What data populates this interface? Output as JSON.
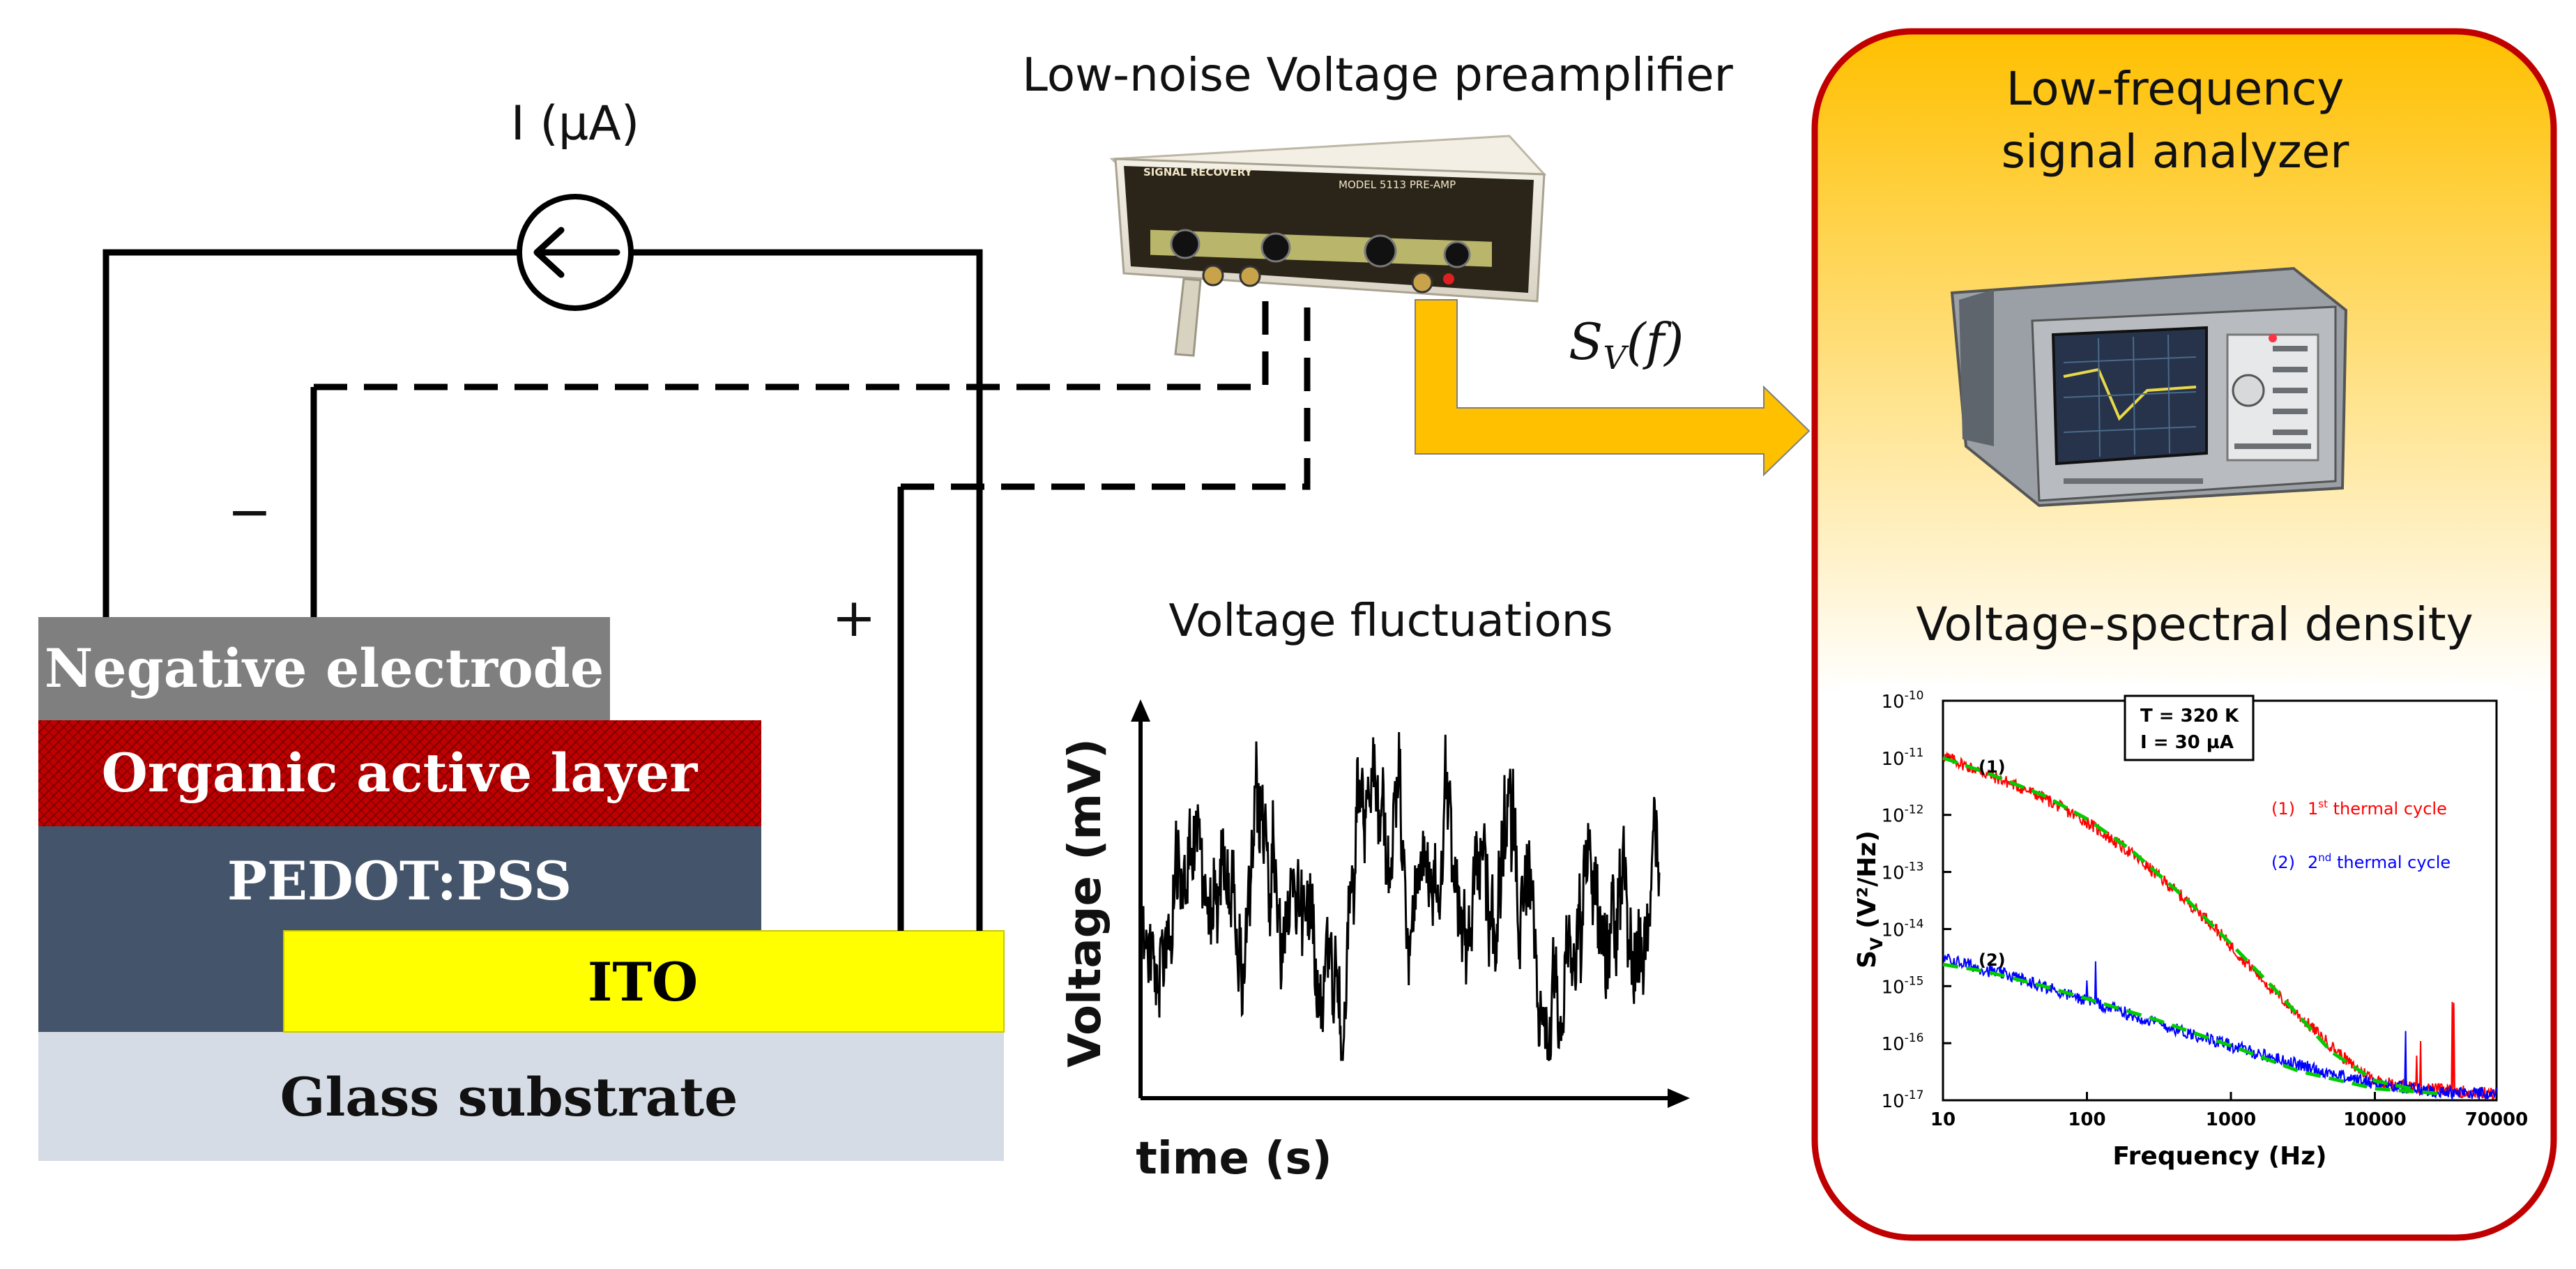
{
  "circuit": {
    "current_source_label": "I (µA)",
    "minus_sign": "−",
    "plus_sign": "+"
  },
  "device_stack": {
    "layers": [
      {
        "name": "Negative electrode",
        "color": "#7f7f7f"
      },
      {
        "name": "Organic active layer",
        "color": "#c00000"
      },
      {
        "name": "PEDOT:PSS",
        "color": "#44546a"
      },
      {
        "name": "ITO",
        "color": "#ffff00"
      },
      {
        "name": "Glass substrate",
        "color": "#d6dce5"
      }
    ]
  },
  "preamplifier": {
    "title": "Low-noise Voltage preamplifier",
    "brand": "SIGNAL RECOVERY",
    "model": "MODEL 5113  PRE-AMP"
  },
  "signal": {
    "label_main": "S",
    "label_sub": "V",
    "label_arg": "(f)",
    "arrow_color": "#ffc000"
  },
  "fluctuations": {
    "title": "Voltage fluctuations",
    "ylabel": "Voltage (mV)",
    "xlabel": "time (s)"
  },
  "analyzer_panel": {
    "title_line1": "Low-frequency",
    "title_line2": "signal analyzer",
    "spectral_title": "Voltage-spectral density",
    "border_color": "#c00000",
    "gradient_top": "#ffc000"
  },
  "chart_data": {
    "type": "line",
    "title": "",
    "xlabel": "Frequency (Hz)",
    "ylabel": "S_V (V²/Hz)",
    "ylabel_main": "S",
    "ylabel_sub": "V",
    "ylabel_rest": " (V²/Hz)",
    "x_scale": "log",
    "y_scale": "log",
    "xlim": [
      10,
      70000
    ],
    "ylim": [
      1e-17,
      1e-10
    ],
    "x_ticks": [
      {
        "value": 10,
        "label": "10"
      },
      {
        "value": 100,
        "label": "100"
      },
      {
        "value": 1000,
        "label": "1000"
      },
      {
        "value": 10000,
        "label": "10000"
      },
      {
        "value": 70000,
        "label": "70000"
      }
    ],
    "y_ticks": [
      {
        "value": 1e-10,
        "base": "10",
        "exp": "-10"
      },
      {
        "value": 1e-11,
        "base": "10",
        "exp": "-11"
      },
      {
        "value": 1e-12,
        "base": "10",
        "exp": "-12"
      },
      {
        "value": 1e-13,
        "base": "10",
        "exp": "-13"
      },
      {
        "value": 1e-14,
        "base": "10",
        "exp": "-14"
      },
      {
        "value": 1e-15,
        "base": "10",
        "exp": "-15"
      },
      {
        "value": 1e-16,
        "base": "10",
        "exp": "-16"
      },
      {
        "value": 1e-17,
        "base": "10",
        "exp": "-17"
      }
    ],
    "conditions": [
      "T = 320 K",
      "I = 30 µA"
    ],
    "legend": [
      {
        "tag": "(1)",
        "pre": "1",
        "sup": "st",
        "text": " thermal cycle",
        "color": "#ff0000"
      },
      {
        "tag": "(2)",
        "pre": "2",
        "sup": "nd",
        "text": " thermal cycle",
        "color": "#0000ff"
      }
    ],
    "curve_labels": [
      "(1)",
      "(2)"
    ],
    "series": [
      {
        "color": "#ff0000",
        "x": [
          10,
          15,
          20,
          30,
          50,
          100,
          200,
          400,
          700,
          1000,
          2000,
          4000,
          7000,
          10000,
          15000,
          30000,
          70000
        ],
        "y": [
          1.1e-11,
          7e-12,
          5.2e-12,
          3.5e-12,
          2e-12,
          7.5e-13,
          2.2e-13,
          5e-14,
          1.4e-14,
          5e-15,
          8e-16,
          1.5e-16,
          4e-17,
          2.3e-17,
          1.8e-17,
          1.5e-17,
          1.3e-17
        ]
      },
      {
        "color": "#0000ff",
        "x": [
          10,
          15,
          20,
          30,
          50,
          100,
          200,
          400,
          700,
          1000,
          2000,
          4000,
          7000,
          10000,
          15000,
          30000,
          70000
        ],
        "y": [
          3e-15,
          2.4e-15,
          1.9e-15,
          1.5e-15,
          1e-15,
          5.5e-16,
          3.2e-16,
          1.8e-16,
          1.2e-16,
          9e-17,
          5.5e-17,
          3.4e-17,
          2.4e-17,
          2e-17,
          1.7e-17,
          1.4e-17,
          1.3e-17
        ]
      },
      {
        "color": "#00cc00",
        "dashed": true,
        "x": [
          10,
          20,
          50,
          100,
          200,
          500,
          1000,
          2000,
          5000,
          10000,
          20000
        ],
        "y": [
          1e-11,
          5.5e-12,
          2.2e-12,
          8.5e-13,
          2.5e-13,
          3.2e-14,
          5.5e-15,
          9e-16,
          7e-17,
          2.2e-17,
          1.5e-17
        ]
      },
      {
        "color": "#00cc00",
        "dashed": true,
        "x": [
          10,
          20,
          50,
          100,
          300,
          1000,
          3000,
          10000,
          30000
        ],
        "y": [
          2.4e-15,
          1.8e-15,
          1e-15,
          6e-16,
          2.6e-16,
          9e-17,
          3.2e-17,
          1.6e-17,
          1.3e-17
        ]
      }
    ]
  }
}
